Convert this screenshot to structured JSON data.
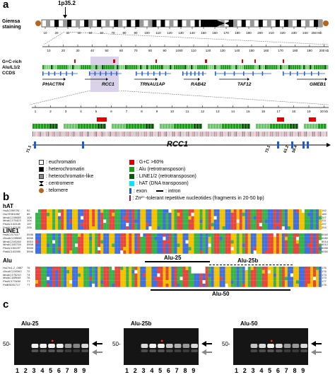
{
  "panel_a": {
    "letter": "a",
    "locus_label": "1p35.2",
    "giemsa_label": "Giemsa\nstaining",
    "chrom_ticks": [
      "10",
      "20",
      "30",
      "40",
      "50",
      "60",
      "70",
      "80",
      "90",
      "100",
      "110",
      "120",
      "130",
      "140",
      "150",
      "160",
      "170",
      "180",
      "190",
      "200",
      "210",
      "220",
      "230",
      "240",
      "250 Mb"
    ],
    "zoom1_ticks": [
      "10",
      "20",
      "30",
      "40",
      "50",
      "60",
      "70",
      "80",
      "90",
      "1000",
      "110",
      "120",
      "130",
      "140",
      "150",
      "160",
      "170",
      "180",
      "190",
      "200 kb"
    ],
    "track_labels": [
      "G+C-rich",
      "Alu/L1/2",
      "CCDS"
    ],
    "genes_row1": [
      "PHACTR4",
      "RCC1",
      "TRNAU1AP",
      "RAB42",
      "TAF12",
      "GMEB1"
    ],
    "zoom2_ticks": [
      "1",
      "2",
      "3",
      "4",
      "5",
      "6",
      "7",
      "8",
      "9",
      "10",
      "11",
      "12",
      "13",
      "14",
      "15",
      "16",
      "17",
      "18",
      "19",
      "20 kb"
    ],
    "main_gene": "RCC1",
    "exon_labels": [
      "71.1",
      "73.1",
      "61.2",
      "59.4"
    ]
  },
  "legend": {
    "left": [
      {
        "label": ": euchromatin",
        "color": "#ffffff"
      },
      {
        "label": ": heterochromatin",
        "color": "#000000"
      },
      {
        "label": ": heterochromatin-like",
        "color": "#888888"
      },
      {
        "label": ": centromere",
        "color": "#000000"
      },
      {
        "label": ": telomere",
        "color": "#b5651d"
      }
    ],
    "right": [
      {
        "label": ": G+C >60%",
        "color": "#e00000"
      },
      {
        "label": ": Alu (retrotransposon)",
        "color": "#1a9e1a"
      },
      {
        "label": ": LINE1/2 (retrotransposon)",
        "color": "#0a5a0a"
      },
      {
        "label": ": hAT (DNA transposon)",
        "color": "#00e5ff"
      },
      {
        "label": ": exon",
        "color": "#1e5bd6"
      },
      {
        "label": ": intron",
        "color": "#000000"
      },
      {
        "label": ": Zn²⁺-tolerant repetitive nucleotides (fragments in 20-50 bp)",
        "color": "#8b1a2b"
      }
    ]
  },
  "panel_b": {
    "letter": "b",
    "blocks": [
      {
        "title": "hAT",
        "names": [
          "HsAC090781",
          "HsCR381992",
          "MmAC239085",
          "MmAC170423",
          "PtoAC143149",
          "PatAC143155"
        ],
        "starts": [
          "92",
          "89",
          "108",
          "104",
          "197",
          "205"
        ],
        "ends": [
          "192",
          "189",
          "207",
          "211",
          "297",
          "204"
        ]
      },
      {
        "title": "LINE1",
        "names": [
          "HsAC217417",
          "GhoAC238695",
          "MmAC243169",
          "MmAC182729",
          "PtoAC160297",
          "PatAC143356"
        ],
        "starts": [
          "5936",
          "6006",
          "5910",
          "5908",
          "5949",
          "5946"
        ],
        "ends": [
          "6040",
          "6080",
          "6014",
          "6012",
          "6055",
          "6050"
        ]
      },
      {
        "title": "Alu",
        "names": [
          "HsChr1-2_0987",
          "GhoAC230363",
          "MmAC175210",
          "MolAC188645",
          "PtoAC173494",
          "PaiBS051717"
        ],
        "starts": [
          "76",
          "72",
          "74",
          "76",
          "77",
          "77"
        ],
        "ends": [
          "176",
          "176",
          "173",
          "173",
          "177",
          "178"
        ]
      }
    ],
    "alu_brackets": [
      "Alu-25",
      "Alu-25b",
      "Alu-50"
    ]
  },
  "panel_c": {
    "letter": "c",
    "gels": [
      {
        "title": "Alu-25",
        "marker": "50-",
        "lanes": [
          "1",
          "2",
          "3",
          "4",
          "5",
          "6",
          "7",
          "8",
          "9"
        ]
      },
      {
        "title": "Alu-25b",
        "marker": "50-",
        "lanes": [
          "1",
          "2",
          "3",
          "4",
          "5",
          "6",
          "7",
          "8",
          "9"
        ]
      },
      {
        "title": "Alu-50",
        "marker": "50-",
        "lanes": [
          "1",
          "2",
          "3",
          "4",
          "5",
          "6",
          "7",
          "8",
          "9"
        ]
      }
    ]
  }
}
